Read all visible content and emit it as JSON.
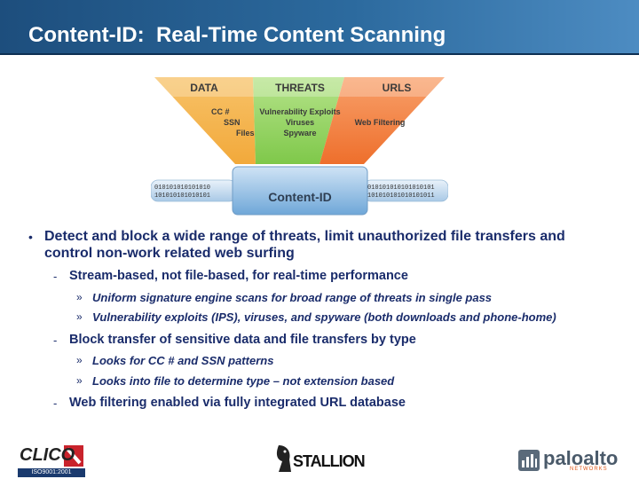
{
  "slide": {
    "title": "Content-ID:  Real-Time Content Scanning"
  },
  "diagram": {
    "columns": [
      {
        "header": "DATA",
        "items": [
          "CC #",
          "SSN",
          "Files"
        ],
        "color": "#f2a93b"
      },
      {
        "header": "THREATS",
        "items": [
          "Vulnerability Exploits",
          "Viruses",
          "Spyware"
        ],
        "color": "#8fcf5a"
      },
      {
        "header": "URLS",
        "items": [
          "Web Filtering"
        ],
        "color": "#f07a3a"
      }
    ],
    "engine_label": "Content-ID",
    "stream_left": [
      "010101010101010",
      "101010101010101"
    ],
    "stream_right": [
      "010101010101010101",
      "101010101010101011"
    ]
  },
  "bullets": {
    "main": "Detect and block a wide range of threats, limit unauthorized file transfers and control non-work related web surfing",
    "main_mark": "•",
    "sub1": {
      "text": "Stream-based, not file-based, for real-time performance",
      "items": [
        "Uniform signature engine scans for broad range of threats in single pass",
        "Vulnerability exploits (IPS), viruses, and spyware (both downloads and phone-home)"
      ]
    },
    "sub2": {
      "text": "Block transfer of sensitive data and file transfers by type",
      "items": [
        "Looks for CC # and SSN patterns",
        "Looks into file to determine type – not extension based"
      ]
    },
    "sub3": {
      "text": "Web filtering enabled via fully integrated URL database"
    },
    "dash": "-",
    "arrow": "»"
  },
  "footer": {
    "logo_left_text": "CLICO",
    "logo_left_caption": "ISO9001:2001",
    "logo_center_text": "STALLION",
    "logo_right_text": "paloalto",
    "logo_right_sub": "NETWORKS"
  }
}
